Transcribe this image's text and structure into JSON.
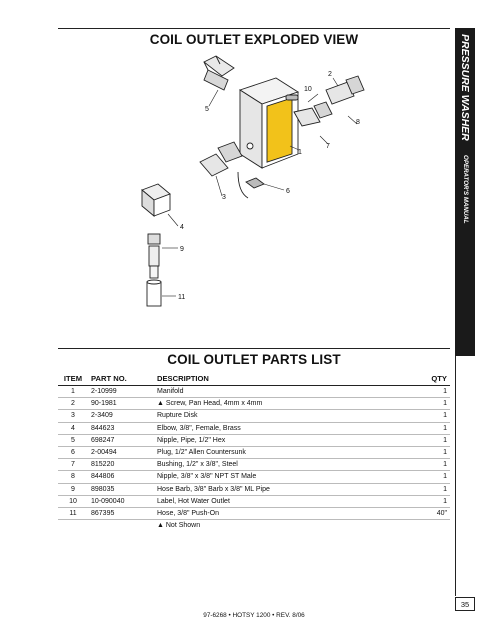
{
  "section_title": "COIL OUTLET EXPLODED VIEW",
  "parts_title": "COIL OUTLET PARTS LIST",
  "side_tab": {
    "title": "PRESSURE WASHER",
    "subtitle": "OPERATOR'S MANUAL"
  },
  "callouts": [
    "1",
    "2",
    "3",
    "4",
    "5",
    "6",
    "7",
    "8",
    "9",
    "10",
    "11"
  ],
  "table": {
    "headers": [
      "ITEM",
      "PART NO.",
      "DESCRIPTION",
      "QTY"
    ],
    "rows": [
      [
        "1",
        "2-10999",
        "Manifold",
        "1"
      ],
      [
        "2",
        "90-1981",
        "▲ Screw, Pan Head, 4mm x 4mm",
        "1"
      ],
      [
        "3",
        "2-3409",
        "Rupture Disk",
        "1"
      ],
      [
        "4",
        "844623",
        "Elbow,  3/8\", Female, Brass",
        "1"
      ],
      [
        "5",
        "698247",
        "Nipple, Pipe, 1/2\" Hex",
        "1"
      ],
      [
        "6",
        "2-00494",
        "Plug, 1/2\" Allen Countersunk",
        "1"
      ],
      [
        "7",
        "815220",
        "Bushing, 1/2\" x 3/8\", Steel",
        "1"
      ],
      [
        "8",
        "844806",
        "Nipple, 3/8\" x 3/8\" NPT ST Male",
        "1"
      ],
      [
        "9",
        "898035",
        "Hose Barb, 3/8\" Barb x 3/8\" ML Pipe",
        "1"
      ],
      [
        "10",
        "10-090040",
        "Label, Hot Water Outlet",
        "1"
      ],
      [
        "11",
        "867395",
        "Hose, 3/8\" Push-On",
        "40\""
      ]
    ],
    "note": "▲ Not Shown"
  },
  "footer": "97-6268  •  HOTSY 1200  •  REV. 8/06",
  "page_number": "35",
  "colors": {
    "label_yellow": "#f2c21a",
    "tab_black": "#1a1a1a"
  }
}
